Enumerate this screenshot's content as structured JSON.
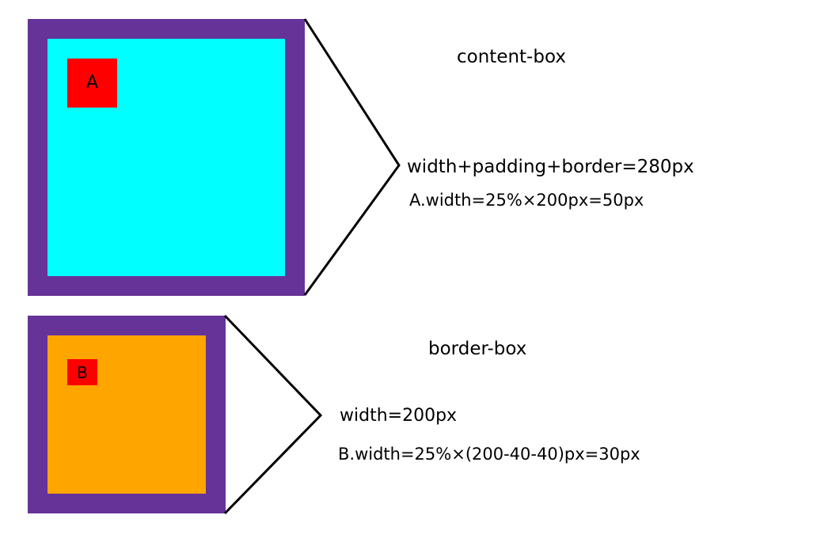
{
  "colors": {
    "border": "#663399",
    "content_a": "#00ffff",
    "content_b": "#ffa500",
    "inner_tag": "#ff0000",
    "connector": "#000000"
  },
  "box_a": {
    "tag_label": "A",
    "title": "content-box",
    "lines": [
      "width+padding+border=280px",
      "A.width=25%×200px=50px"
    ]
  },
  "box_b": {
    "tag_label": "B",
    "title": "border-box",
    "lines": [
      "width=200px",
      "B.width=25%×(200-40-40)px=30px"
    ]
  }
}
